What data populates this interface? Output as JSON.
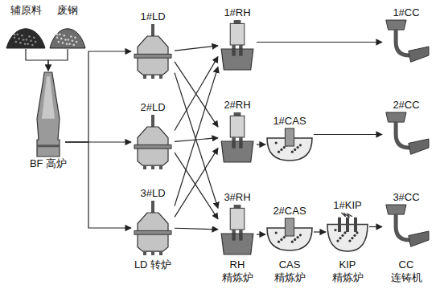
{
  "diagram": {
    "nodes": [
      {
        "text": [
          "辅原料"
        ]
      },
      {
        "text": [
          "废钢"
        ]
      },
      {
        "text": [
          "BF 高炉"
        ]
      },
      {
        "text": [
          "1#LD"
        ]
      },
      {
        "text": [
          "2#LD"
        ]
      },
      {
        "text": [
          "3#LD"
        ]
      },
      {
        "text": [
          "1#RH"
        ]
      },
      {
        "text": [
          "2#RH"
        ]
      },
      {
        "text": [
          "3#RH"
        ]
      },
      {
        "text": [
          "1#CAS"
        ]
      },
      {
        "text": [
          "2#CAS"
        ]
      },
      {
        "text": [
          "1#KIP"
        ]
      },
      {
        "text": [
          "1#CC"
        ]
      },
      {
        "text": [
          "2#CC"
        ]
      },
      {
        "text": [
          "3#CC"
        ]
      }
    ],
    "edges": [
      {
        "from": 0,
        "to": 2,
        "arrow": "to"
      },
      {
        "from": 1,
        "to": 2,
        "arrow": "to"
      },
      {
        "from": 2,
        "to": 3,
        "arrow": "to"
      },
      {
        "from": 2,
        "to": 4,
        "arrow": "to"
      },
      {
        "from": 2,
        "to": 5,
        "arrow": "to"
      },
      {
        "from": 3,
        "to": 6,
        "arrow": "to"
      },
      {
        "from": 3,
        "to": 7,
        "arrow": "to"
      },
      {
        "from": 3,
        "to": 8,
        "arrow": "to"
      },
      {
        "from": 4,
        "to": 6,
        "arrow": "to"
      },
      {
        "from": 4,
        "to": 7,
        "arrow": "to"
      },
      {
        "from": 4,
        "to": 8,
        "arrow": "to"
      },
      {
        "from": 5,
        "to": 6,
        "arrow": "to"
      },
      {
        "from": 5,
        "to": 7,
        "arrow": "to"
      },
      {
        "from": 5,
        "to": 8,
        "arrow": "to"
      },
      {
        "from": 6,
        "to": 12,
        "arrow": "to"
      },
      {
        "from": 7,
        "to": 9,
        "arrow": "to"
      },
      {
        "from": 9,
        "to": 13,
        "arrow": "to"
      },
      {
        "from": 8,
        "to": 10,
        "arrow": "to"
      },
      {
        "from": 10,
        "to": 11,
        "arrow": "to"
      },
      {
        "from": 11,
        "to": 14,
        "arrow": "to"
      }
    ],
    "labels": [
      "LD 转炉",
      "RH 精炼炉",
      "CAS 精炼炉",
      "KIP 精炼炉",
      "CC 连铸机"
    ]
  }
}
